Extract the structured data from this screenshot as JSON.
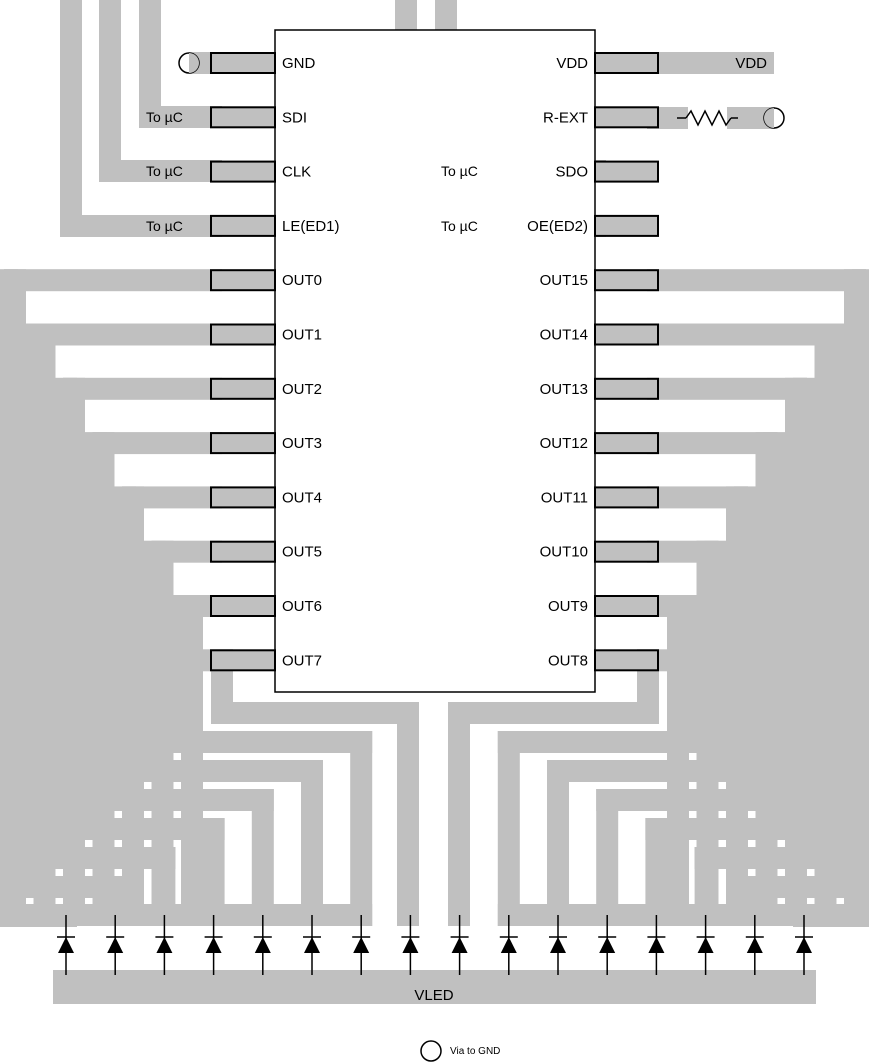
{
  "diagram": {
    "left_pins": [
      "GND",
      "SDI",
      "CLK",
      "LE(ED1)",
      "OUT0",
      "OUT1",
      "OUT2",
      "OUT3",
      "OUT4",
      "OUT5",
      "OUT6",
      "OUT7"
    ],
    "right_pins": [
      "VDD",
      "R-EXT",
      "SDO",
      "OE(ED2)",
      "OUT15",
      "OUT14",
      "OUT13",
      "OUT12",
      "OUT11",
      "OUT10",
      "OUT9",
      "OUT8"
    ],
    "to_uc_label": "To µC",
    "vdd_net_label": "VDD",
    "vled_label": "VLED",
    "legend_via": "Via to GND",
    "diode_count": 16
  },
  "colors": {
    "trace": "#c0c0c0",
    "outline": "#000000",
    "background": "#ffffff"
  }
}
